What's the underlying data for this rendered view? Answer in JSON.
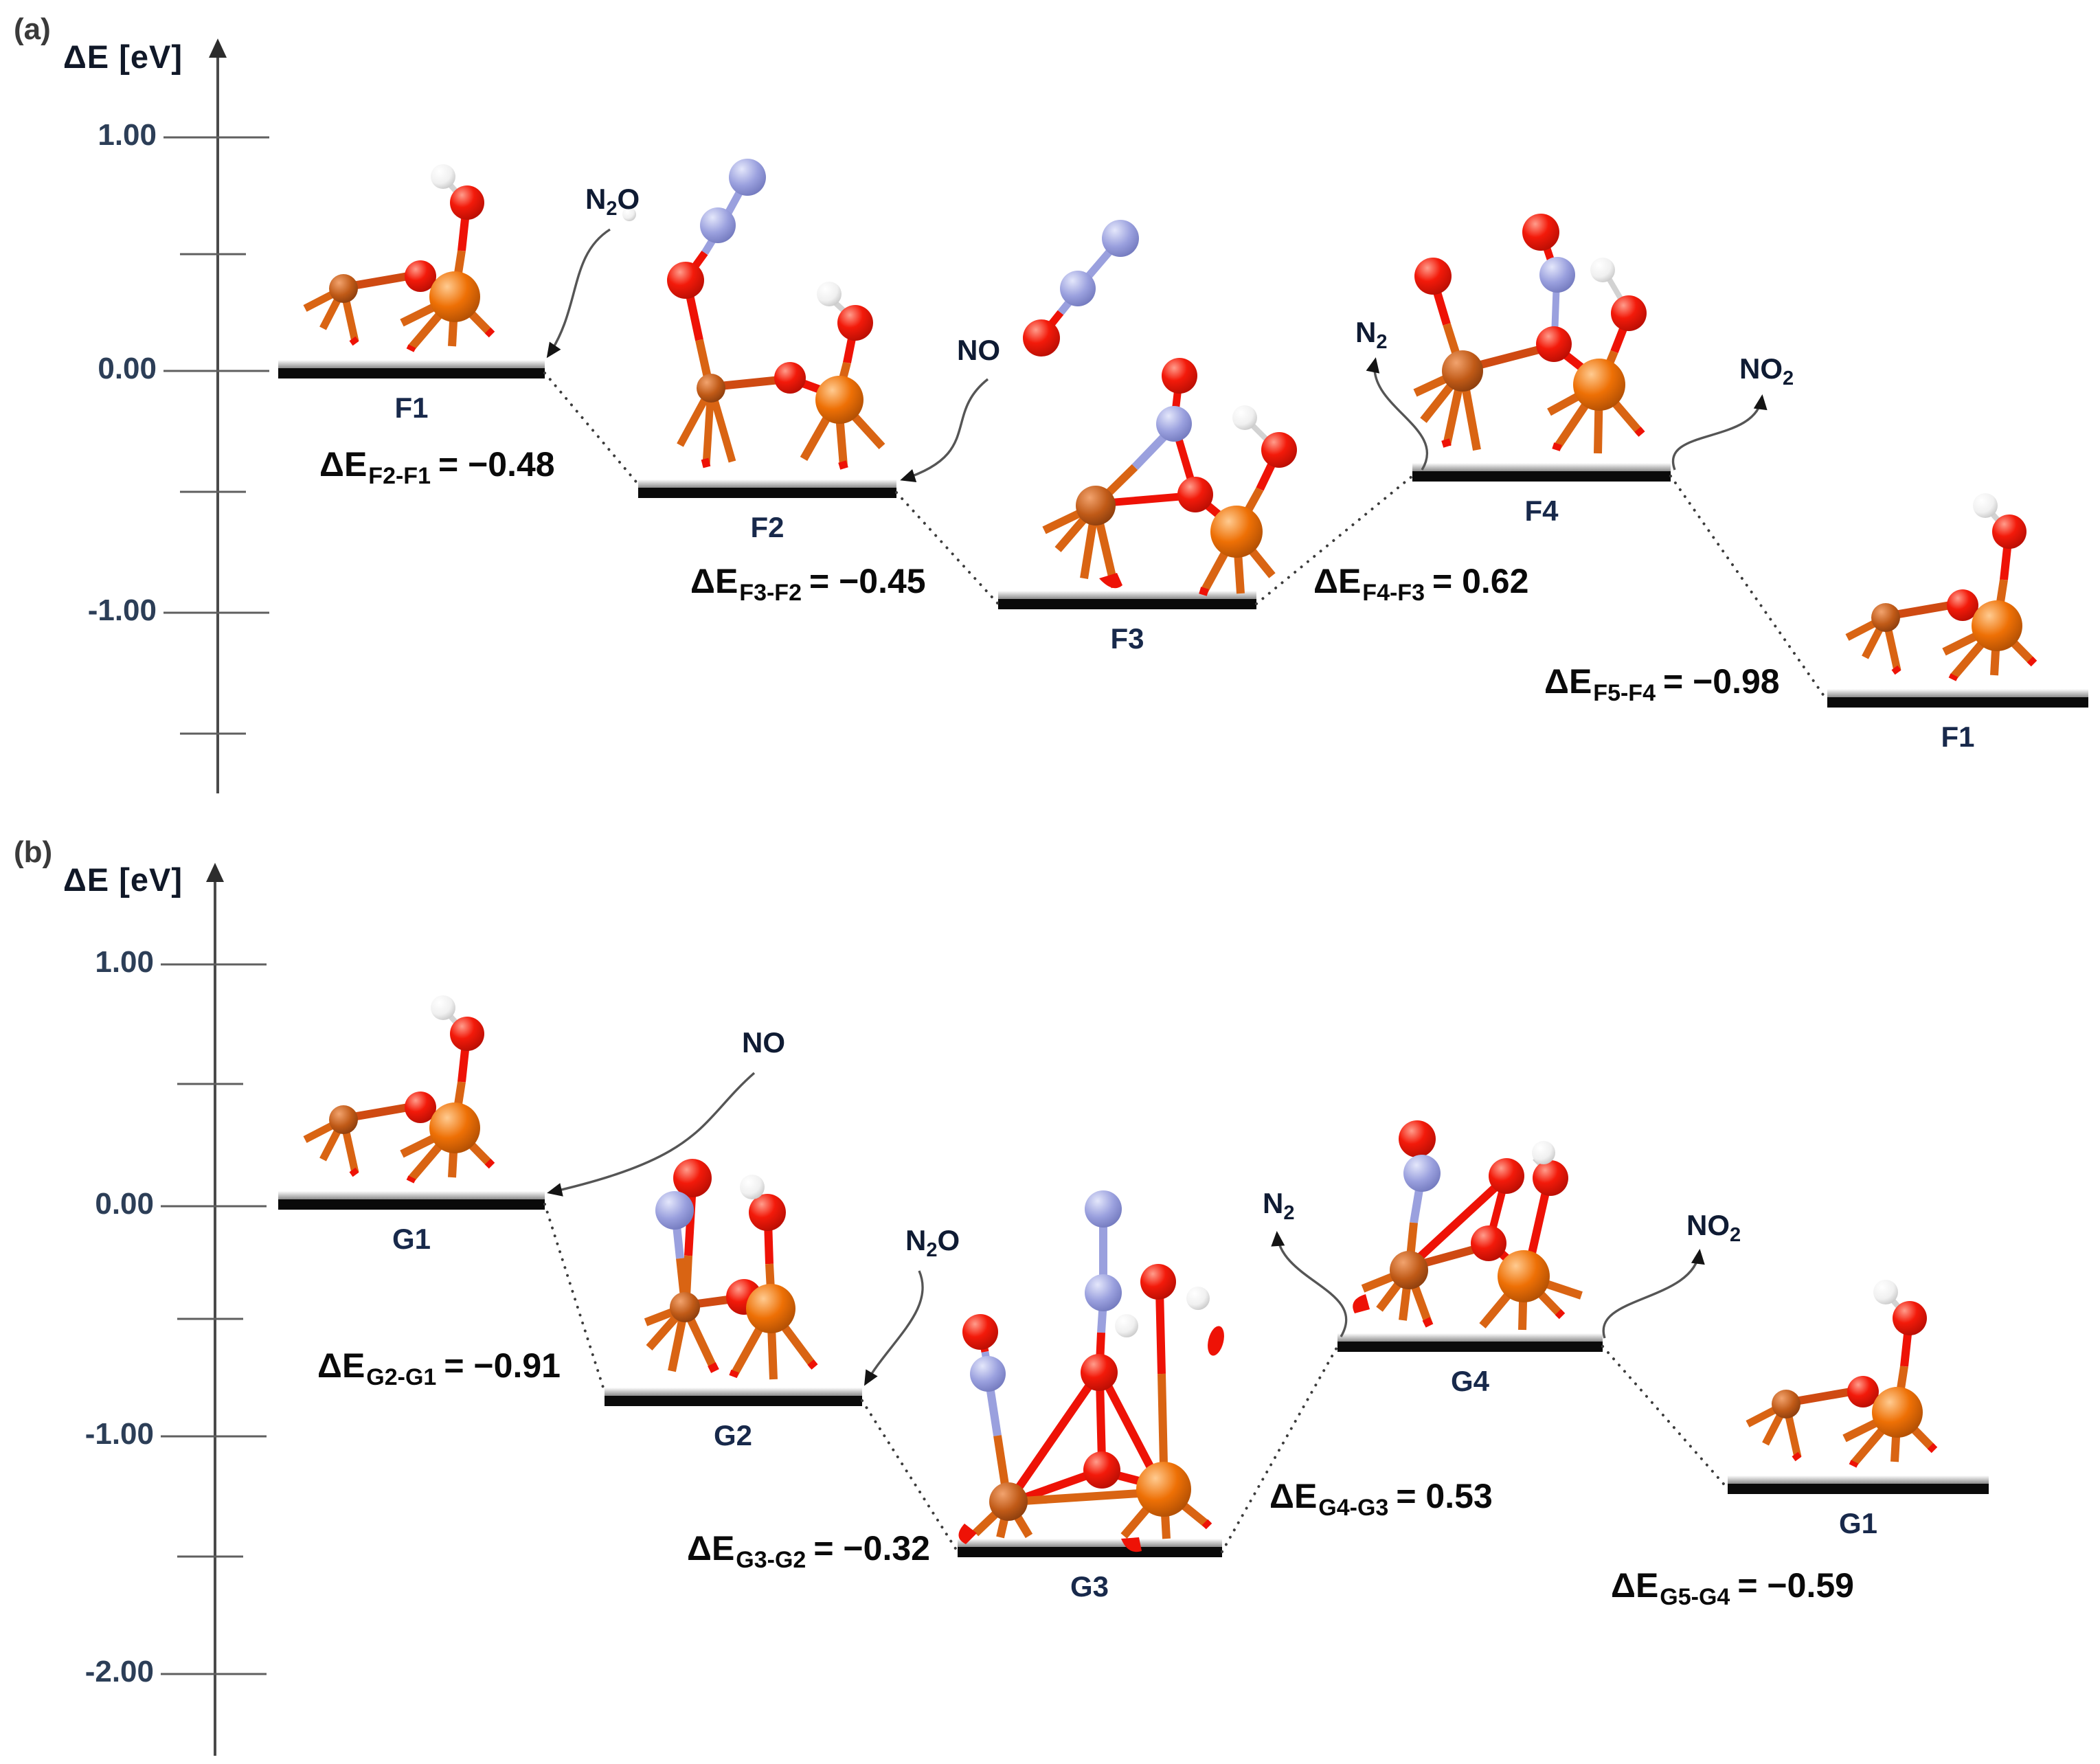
{
  "figure_kind": "reaction energy profile diagram",
  "atom_colors": {
    "fe_large": "#ee7005",
    "fe_small": "#c05a17",
    "o": "#ee1206",
    "n": "#9aa0de",
    "h": "#f4f4f4"
  },
  "level_bar_color": "#0a0a0a",
  "panel_a": {
    "panel_label": "(a)",
    "axis_title": "ΔE [eV]",
    "tick_labels": [
      "1.00",
      "0.00",
      "-1.00"
    ],
    "levels": [
      {
        "label": "F1",
        "energy_eV": 0.0
      },
      {
        "label": "F2",
        "energy_eV": -0.48
      },
      {
        "label": "F3",
        "energy_eV": -0.93
      },
      {
        "label": "F4",
        "energy_eV": -0.31
      },
      {
        "label": "F1",
        "energy_eV": -1.29
      }
    ],
    "steps": [
      {
        "pre": "ΔE",
        "sub": "F2-F1",
        "rhs": "= −0.48"
      },
      {
        "pre": "ΔE",
        "sub": "F3-F2",
        "rhs": "= −0.45"
      },
      {
        "pre": "ΔE",
        "sub": "F4-F3",
        "rhs": "= 0.62"
      },
      {
        "pre": "ΔE",
        "sub": "F5-F4",
        "rhs": "= −0.98"
      }
    ],
    "species": [
      {
        "pre": "N",
        "sub": "2",
        "post": "O"
      },
      {
        "pre": "NO",
        "sub": "",
        "post": ""
      },
      {
        "pre": "N",
        "sub": "2",
        "post": ""
      },
      {
        "pre": "NO",
        "sub": "2",
        "post": ""
      }
    ]
  },
  "panel_b": {
    "panel_label": "(b)",
    "axis_title": "ΔE [eV]",
    "tick_labels": [
      "1.00",
      "0.00",
      "-1.00",
      "-2.00"
    ],
    "levels": [
      {
        "label": "G1",
        "energy_eV": 0.0
      },
      {
        "label": "G2",
        "energy_eV": -0.91
      },
      {
        "label": "G3",
        "energy_eV": -1.23
      },
      {
        "label": "G4",
        "energy_eV": -0.7
      },
      {
        "label": "G1",
        "energy_eV": -1.29
      }
    ],
    "steps": [
      {
        "pre": "ΔE",
        "sub": "G2-G1",
        "rhs": "= −0.91"
      },
      {
        "pre": "ΔE",
        "sub": "G3-G2",
        "rhs": "= −0.32"
      },
      {
        "pre": "ΔE",
        "sub": "G4-G3",
        "rhs": "= 0.53"
      },
      {
        "pre": "ΔE",
        "sub": "G5-G4",
        "rhs": "= −0.59"
      }
    ],
    "species": [
      {
        "pre": "NO",
        "sub": "",
        "post": ""
      },
      {
        "pre": "N",
        "sub": "2",
        "post": "O"
      },
      {
        "pre": "N",
        "sub": "2",
        "post": ""
      },
      {
        "pre": "NO",
        "sub": "2",
        "post": ""
      }
    ]
  },
  "chart_data": [
    {
      "type": "line",
      "panel": "a",
      "title": "(a)",
      "ylabel": "ΔE [eV]",
      "categories": [
        "F1",
        "F2",
        "F3",
        "F4",
        "F1"
      ],
      "values": [
        0.0,
        -0.48,
        -0.93,
        -0.31,
        -1.29
      ],
      "steps": [
        {
          "label": "ΔE F2-F1",
          "value": -0.48
        },
        {
          "label": "ΔE F3-F2",
          "value": -0.45
        },
        {
          "label": "ΔE F4-F3",
          "value": 0.62
        },
        {
          "label": "ΔE F5-F4",
          "value": -0.98
        }
      ],
      "gas_species_along_path": [
        "N2O",
        "NO",
        "N2",
        "NO2"
      ],
      "yticks": [
        1.0,
        0.5,
        0.0,
        -0.5,
        -1.0,
        -1.5
      ],
      "ylim": [
        -1.7,
        1.3
      ],
      "grid": false,
      "legend": false
    },
    {
      "type": "line",
      "panel": "b",
      "title": "(b)",
      "ylabel": "ΔE [eV]",
      "categories": [
        "G1",
        "G2",
        "G3",
        "G4",
        "G1"
      ],
      "values": [
        0.0,
        -0.91,
        -1.23,
        -0.7,
        -1.29
      ],
      "steps": [
        {
          "label": "ΔE G2-G1",
          "value": -0.91
        },
        {
          "label": "ΔE G3-G2",
          "value": -0.32
        },
        {
          "label": "ΔE G4-G3",
          "value": 0.53
        },
        {
          "label": "ΔE G5-G4",
          "value": -0.59
        }
      ],
      "gas_species_along_path": [
        "NO",
        "N2O",
        "N2",
        "NO2"
      ],
      "yticks": [
        1.0,
        0.5,
        0.0,
        -0.5,
        -1.0,
        -1.5,
        -2.0
      ],
      "ylim": [
        -2.4,
        1.3
      ],
      "grid": false,
      "legend": false
    }
  ]
}
